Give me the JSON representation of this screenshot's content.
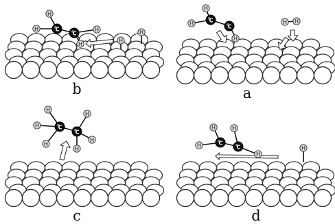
{
  "panels": [
    {
      "id": "b",
      "label": "b"
    },
    {
      "id": "a",
      "label": "a"
    },
    {
      "id": "c",
      "label": "c"
    },
    {
      "id": "d",
      "label": "d"
    }
  ],
  "atoms": {
    "hydrogen": "H",
    "carbon": "C"
  },
  "colors": {
    "surface_stroke": "#333333",
    "carbon": "#111111",
    "hydrogen": "#d9d9d9",
    "arrow_fill": "#ffffff"
  }
}
